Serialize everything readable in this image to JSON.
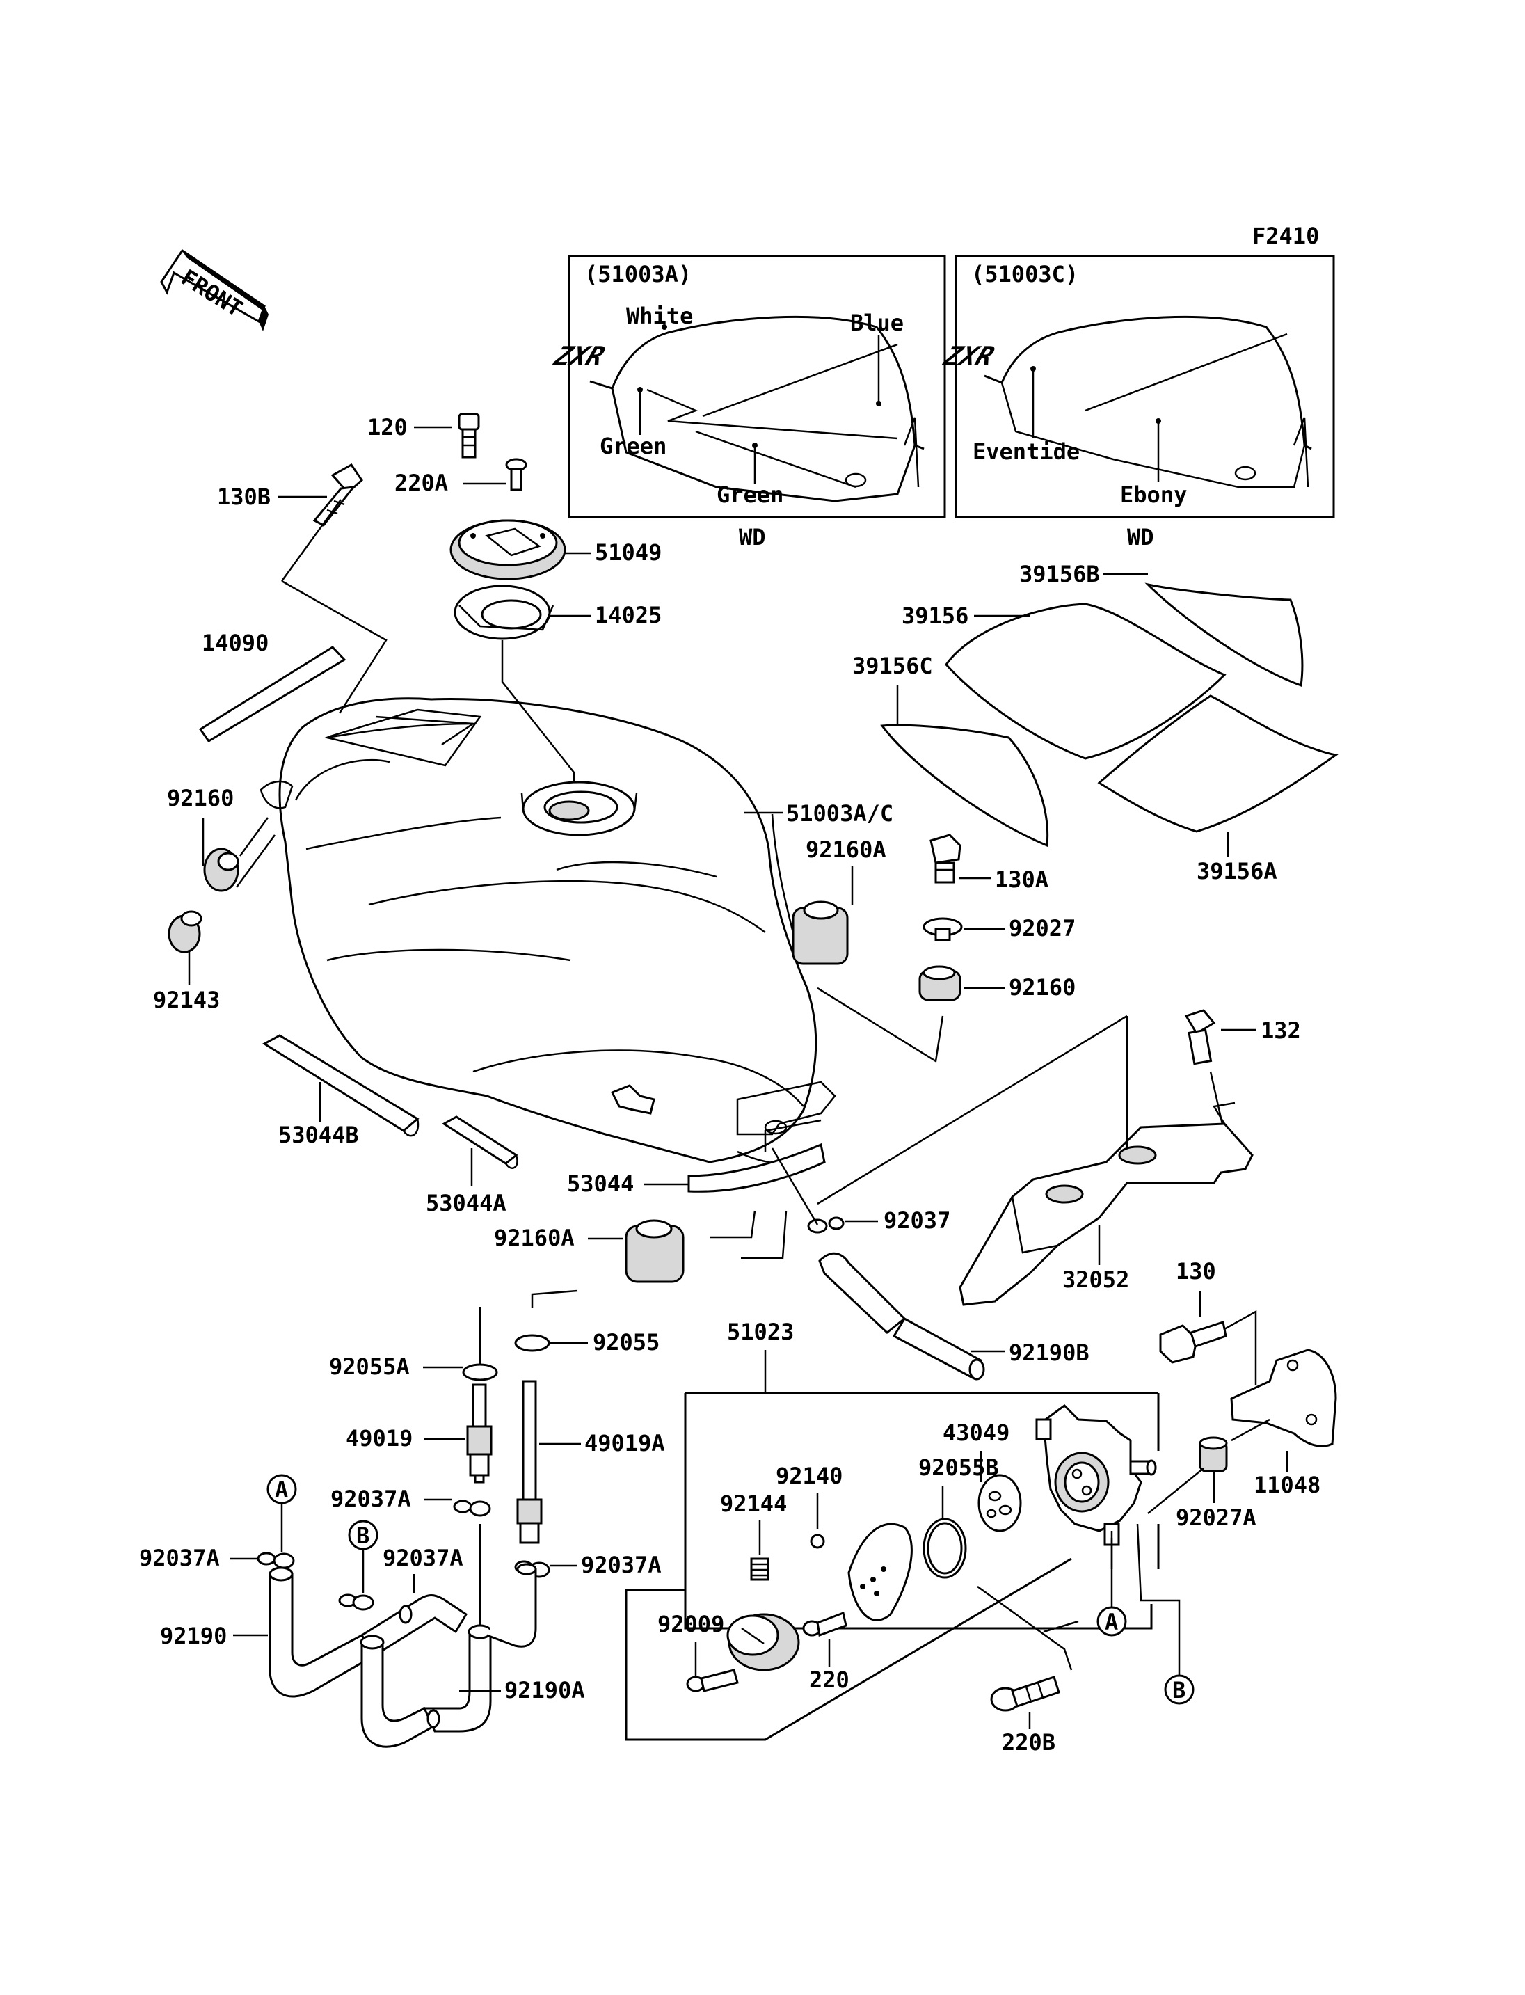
{
  "figure_code": "F2410",
  "front_label": "FRONT",
  "insets": [
    {
      "title": "(51003A)",
      "colors": {
        "white": "White",
        "blue": "Blue",
        "green1": "Green",
        "green2": "Green"
      },
      "model": "WD"
    },
    {
      "title": "(51003C)",
      "colors": {
        "eventide": "Eventide",
        "ebony": "Ebony"
      },
      "model": "WD"
    }
  ],
  "tank_logo": "ZXR",
  "callouts": {
    "c120": "120",
    "c220A": "220A",
    "c130B": "130B",
    "c51049": "51049",
    "c14025": "14025",
    "c14090": "14090",
    "c92160_left": "92160",
    "c92143": "92143",
    "c51003AC": "51003A/C",
    "c39156B": "39156B",
    "c39156": "39156",
    "c39156C": "39156C",
    "c39156A": "39156A",
    "c92160A_top": "92160A",
    "c130A": "130A",
    "c92027": "92027",
    "c92160_right": "92160",
    "c132": "132",
    "c53044B": "53044B",
    "c53044A": "53044A",
    "c53044": "53044",
    "c92160A_bottom": "92160A",
    "c92037": "92037",
    "c32052": "32052",
    "c130": "130",
    "c92055A": "92055A",
    "c92055": "92055",
    "c51023": "51023",
    "c92190B": "92190B",
    "c49019": "49019",
    "c49019A": "49019A",
    "c43049": "43049",
    "c92140": "92140",
    "c92055B": "92055B",
    "c11048": "11048",
    "c92144": "92144",
    "c92027A": "92027A",
    "c92037A_1": "92037A",
    "c92037A_2": "92037A",
    "c92037A_3": "92037A",
    "c92037A_4": "92037A",
    "c92190": "92190",
    "c92190A": "92190A",
    "c92009": "92009",
    "c220": "220",
    "c220B": "220B",
    "ref_A_left": "A",
    "ref_B_left": "B",
    "ref_A_right": "A",
    "ref_B_right": "B"
  }
}
